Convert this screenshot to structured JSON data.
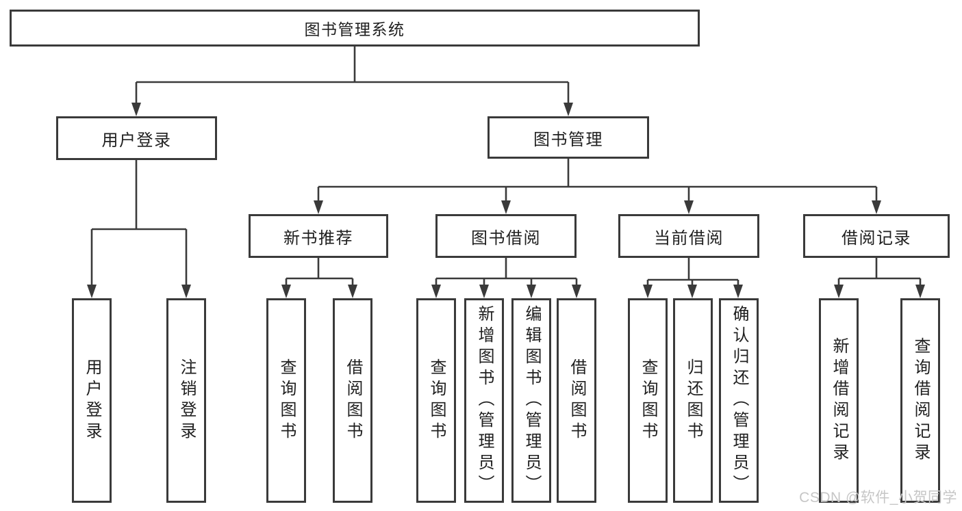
{
  "diagram_title": "图书管理系统",
  "nodes": {
    "root": "图书管理系统",
    "user_login": "用户登录",
    "book_mgmt": "图书管理",
    "new_book_rec": "新书推荐",
    "book_borrow": "图书借阅",
    "current_borrow": "当前借阅",
    "borrow_records": "借阅记录",
    "leaf_user_login": "用户登录",
    "leaf_logout": "注销登录",
    "leaf_query_book_rec": "查询图书",
    "leaf_borrow_book_rec": "借阅图书",
    "leaf_query_book_bb": "查询图书",
    "leaf_add_book": "新增图书（管理员）",
    "leaf_edit_book": "编辑图书（管理员）",
    "leaf_borrow_book_bb": "借阅图书",
    "leaf_query_book_cb": "查询图书",
    "leaf_return_book": "归还图书",
    "leaf_confirm_return": "确认归还（管理员）",
    "leaf_add_borrow_record": "新增借阅记录",
    "leaf_query_borrow_record": "查询借阅记录"
  },
  "hierarchy": {
    "图书管理系统": {
      "用户登录": [
        "用户登录",
        "注销登录"
      ],
      "图书管理": {
        "新书推荐": [
          "查询图书",
          "借阅图书"
        ],
        "图书借阅": [
          "查询图书",
          "新增图书（管理员）",
          "编辑图书（管理员）",
          "借阅图书"
        ],
        "当前借阅": [
          "查询图书",
          "归还图书",
          "确认归还（管理员）"
        ],
        "借阅记录": [
          "新增借阅记录",
          "查询借阅记录"
        ]
      }
    }
  },
  "watermark": "CSDN @软件_小贺同学",
  "colors": {
    "line": "#3a3a3a",
    "text": "#1f1f1f",
    "background": "#ffffff",
    "watermark": "#c6c6c6"
  }
}
